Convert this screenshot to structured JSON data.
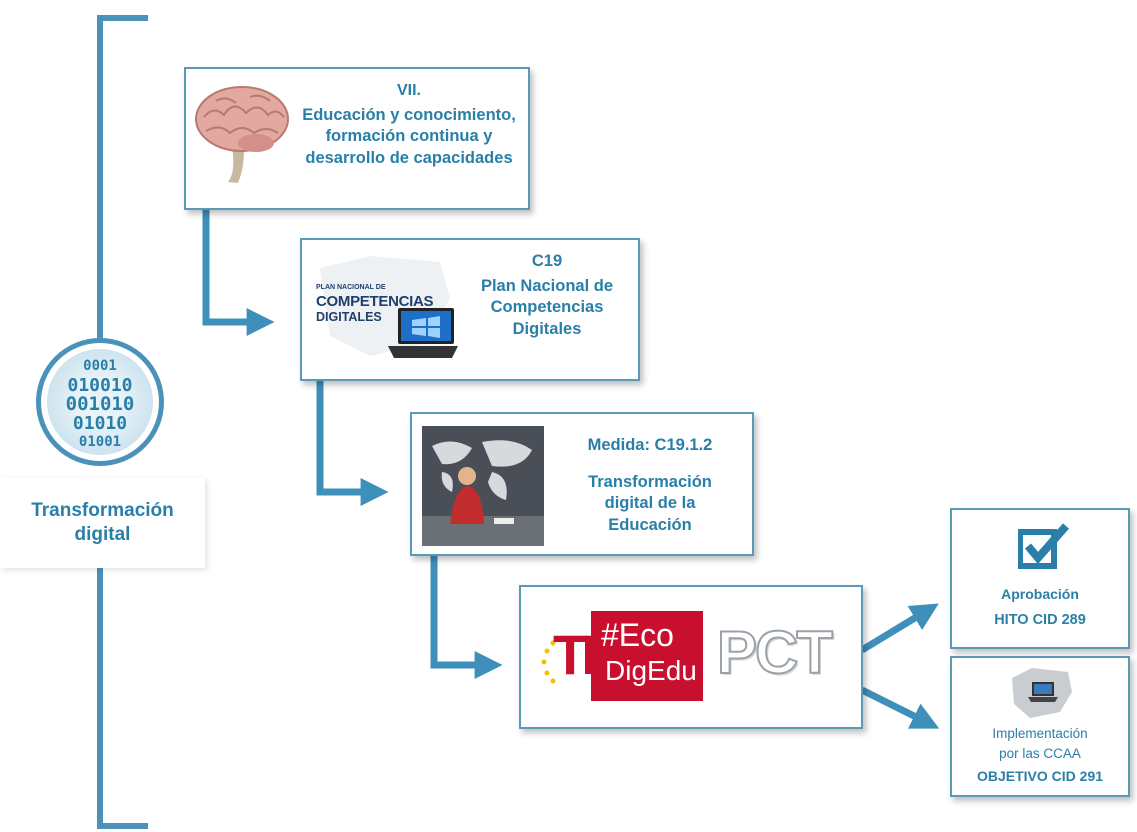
{
  "colors": {
    "accent": "#2a7fa8",
    "bracket": "#4a92b9",
    "border": "#5a9ab8",
    "eco_red": "#c8102e"
  },
  "left": {
    "title": "Transformación digital",
    "binary_rows": [
      "0001",
      "010010",
      "001010",
      "01010",
      "01001"
    ]
  },
  "box1": {
    "line1": "VII.",
    "line2": "Educación y conocimiento, formación continua y desarrollo de capacidades",
    "icon": "brain-icon"
  },
  "box2": {
    "line1": "C19",
    "line2": "Plan Nacional de Competencias Digitales",
    "logo_small": "PLAN NACIONAL DE",
    "logo_big1": "COMPETENCIAS",
    "logo_big2": "DIGITALES"
  },
  "box3": {
    "line1": "Medida: C19.1.2",
    "line2": "Transformación digital de la Educación"
  },
  "box4": {
    "tr": "TR",
    "eco_line1": "#Eco",
    "eco_line2": "DigEdu",
    "pct": "PCT"
  },
  "box5": {
    "line1": "Aprobación",
    "line2": "HITO CID 289",
    "icon": "checkbox-icon"
  },
  "box6": {
    "line1": "Implementación",
    "line2": "por las CCAA",
    "line3": "OBJETIVO CID 291",
    "icon": "spain-map-laptop-icon"
  }
}
